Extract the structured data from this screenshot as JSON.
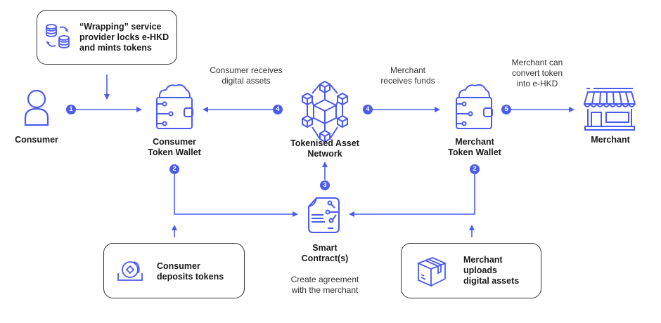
{
  "colors": {
    "accent": "#4a5bf0",
    "text": "#1a1a1a",
    "box_border": "#333333"
  },
  "nodes": {
    "consumer": {
      "label": "Consumer",
      "icon": "user-icon"
    },
    "consumer_wallet": {
      "line1": "Consumer",
      "line2": "Token Wallet",
      "icon": "wallet-icon"
    },
    "network": {
      "line1": "Tokenised Asset",
      "line2": "Network",
      "icon": "network-cubes-icon"
    },
    "merchant_wallet": {
      "line1": "Merchant",
      "line2": "Token Wallet",
      "icon": "wallet-icon"
    },
    "merchant": {
      "label": "Merchant",
      "icon": "storefront-icon"
    },
    "smart_contract": {
      "line1": "Smart",
      "line2": "Contract(s)",
      "icon": "contract-document-icon"
    }
  },
  "boxes": {
    "wrapping": {
      "line1": "“Wrapping” service",
      "line2": "provider locks e-HKD",
      "line3": "and mints tokens",
      "icon": "coin-exchange-icon"
    },
    "consumer_deposit": {
      "line1": "Consumer",
      "line2": "deposits tokens",
      "icon": "coin-deposit-icon"
    },
    "merchant_upload": {
      "line1": "Merchant",
      "line2": "uploads",
      "line3": "digital assets",
      "icon": "package-box-icon"
    }
  },
  "notes": {
    "consumer_receives": {
      "line1": "Consumer receives",
      "line2": "digital assets"
    },
    "merchant_receives": {
      "line1": "Merchant",
      "line2": "receives funds"
    },
    "merchant_convert": {
      "line1": "Merchant can",
      "line2": "convert token",
      "line3": "into e-HKD"
    },
    "create_agreement": {
      "line1": "Create agreement",
      "line2": "with the merchant"
    }
  },
  "steps": {
    "s1": "1",
    "s2_consumer": "2",
    "s2_merchant": "2",
    "s3": "3",
    "s4_left": "4",
    "s4_right": "4",
    "s5": "5"
  }
}
